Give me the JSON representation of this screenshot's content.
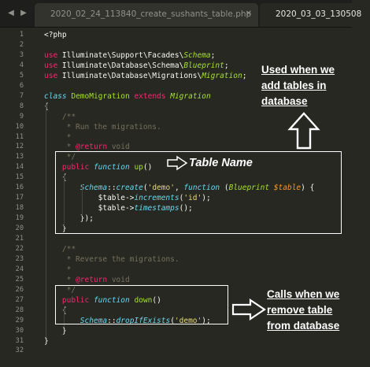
{
  "tabs": [
    {
      "label": "2020_02_24_113840_create_sushants_table.php",
      "close": "✕",
      "active": false
    },
    {
      "label": "2020_03_03_130508",
      "active": true
    }
  ],
  "nav": {
    "prev": "◀",
    "next": "▶"
  },
  "code_lines": [
    {
      "n": "1",
      "html": "&lt;?php"
    },
    {
      "n": "2",
      "html": ""
    },
    {
      "n": "3",
      "html": "<span class='k'>use</span> Illuminate\\Support\\Facades\\<span class='e'>Schema</span>;"
    },
    {
      "n": "4",
      "html": "<span class='k'>use</span> Illuminate\\Database\\Schema\\<span class='e'>Blueprint</span>;"
    },
    {
      "n": "5",
      "html": "<span class='k'>use</span> Illuminate\\Database\\Migrations\\<span class='e'>Migration</span>;"
    },
    {
      "n": "6",
      "html": ""
    },
    {
      "n": "7",
      "html": "<span class='t'>class</span> <span class='f'>DemoMigration</span> <span class='k'>extends</span> <span class='e'>Migration</span>"
    },
    {
      "n": "8",
      "html": "{"
    },
    {
      "n": "9",
      "html": "    <span class='c'>/**</span>"
    },
    {
      "n": "10",
      "html": "    <span class='c'> * Run the migrations.</span>"
    },
    {
      "n": "11",
      "html": "    <span class='c'> *</span>"
    },
    {
      "n": "12",
      "html": "    <span class='c'> * </span><span class='k'>@return</span><span class='c'> void</span>"
    },
    {
      "n": "13",
      "html": "    <span class='c'> */</span>"
    },
    {
      "n": "14",
      "html": "    <span class='k'>public</span> <span class='t'>function</span> <span class='f'>up</span>()"
    },
    {
      "n": "15",
      "html": "    {"
    },
    {
      "n": "16",
      "html": "        <span class='t'>Schema</span>::<span class='t'>create</span>(<span class='s'>'demo'</span>, <span class='t'>function</span> (<span class='e'>Blueprint</span> <span class='v'>$table</span>) {"
    },
    {
      "n": "17",
      "html": "            $table-&gt;<span class='t'>increments</span>(<span class='s'>'id'</span>);"
    },
    {
      "n": "18",
      "html": "            $table-&gt;<span class='t'>timestamps</span>();"
    },
    {
      "n": "19",
      "html": "        });"
    },
    {
      "n": "20",
      "html": "    }"
    },
    {
      "n": "21",
      "html": ""
    },
    {
      "n": "22",
      "html": "    <span class='c'>/**</span>"
    },
    {
      "n": "23",
      "html": "    <span class='c'> * Reverse the migrations.</span>"
    },
    {
      "n": "24",
      "html": "    <span class='c'> *</span>"
    },
    {
      "n": "25",
      "html": "    <span class='c'> * </span><span class='k'>@return</span><span class='c'> void</span>"
    },
    {
      "n": "26",
      "html": "    <span class='c'> */</span>"
    },
    {
      "n": "27",
      "html": "    <span class='k'>public</span> <span class='t'>function</span> <span class='f'>down</span>()"
    },
    {
      "n": "28",
      "html": "    {"
    },
    {
      "n": "29",
      "html": "        <span class='t'>Schema</span>::<span class='t'>dropIfExists</span>(<span class='s'>'demo'</span>);"
    },
    {
      "n": "30",
      "html": "    }"
    },
    {
      "n": "31",
      "html": "}"
    },
    {
      "n": "32",
      "html": ""
    }
  ],
  "annotations": {
    "used_when": "Used when we add tables in database",
    "table_name": "Table Name",
    "calls_when": "Calls when we remove table from database"
  },
  "colors": {
    "background": "#272822",
    "keyword": "#f92672",
    "string": "#e6db74",
    "function_name": "#a6e22e",
    "comment": "#75715e",
    "type": "#66d9ef",
    "variable": "#fd971f",
    "annotation": "#ffffff"
  }
}
